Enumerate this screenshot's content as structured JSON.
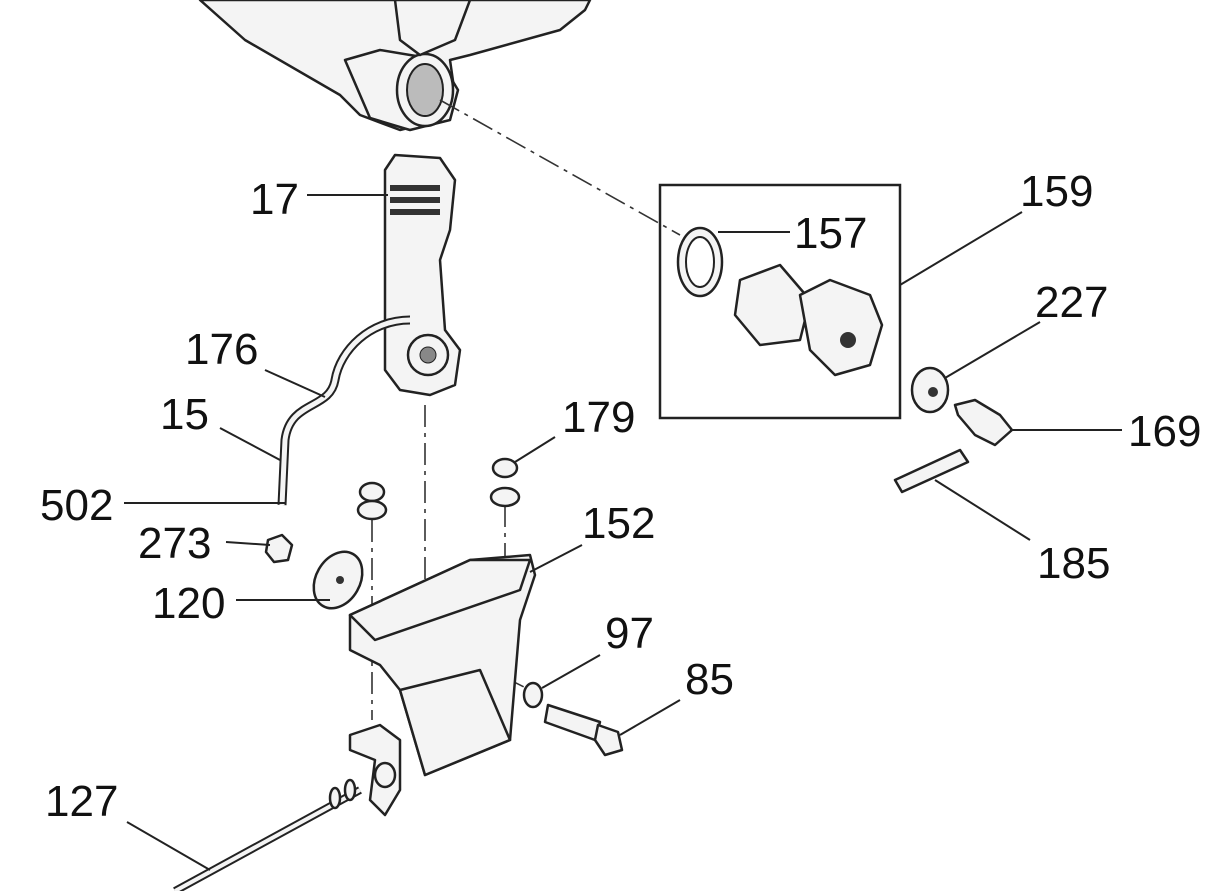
{
  "diagram": {
    "labels": {
      "p17": "17",
      "p159": "159",
      "p157": "157",
      "p227": "227",
      "p176": "176",
      "p15": "15",
      "p169": "169",
      "p502": "502",
      "p179": "179",
      "p152": "152",
      "p273": "273",
      "p120": "120",
      "p185": "185",
      "p97": "97",
      "p85": "85",
      "p127": "127"
    }
  }
}
